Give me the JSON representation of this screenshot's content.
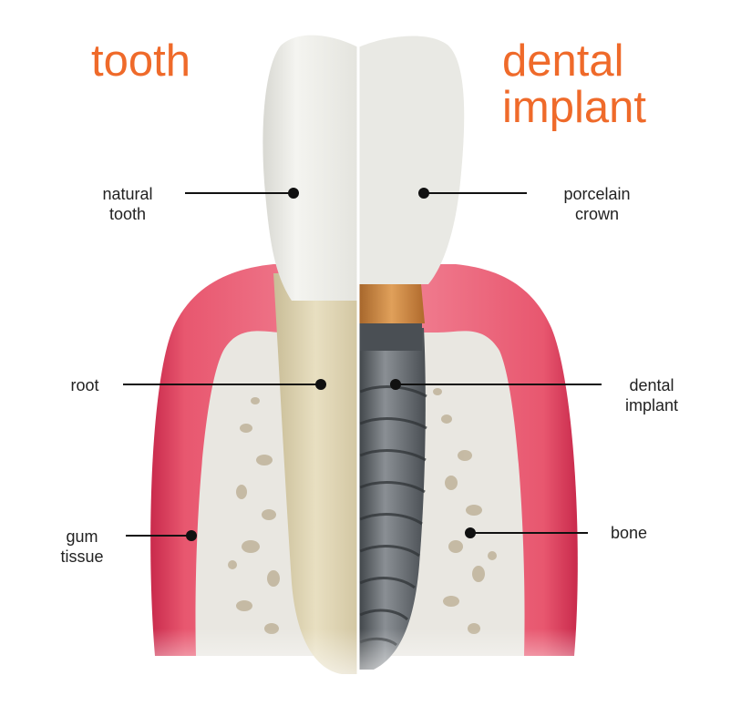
{
  "headings": {
    "left": "tooth",
    "right_line1": "dental",
    "right_line2": "implant"
  },
  "labels": {
    "natural_tooth": "natural\ntooth",
    "root": "root",
    "gum_tissue": "gum\ntissue",
    "porcelain_crown": "porcelain\ncrown",
    "dental_implant": "dental\nimplant",
    "bone": "bone"
  },
  "colors": {
    "heading": "#ef6a2a",
    "gum": "#d63b5a",
    "gum_light": "#f07a8e",
    "bone": "#e9e7e1",
    "enamel": "#efefeb",
    "root": "#dcd1ae",
    "implant_metal": "#5a5f64",
    "abutment": "#c8832e"
  }
}
